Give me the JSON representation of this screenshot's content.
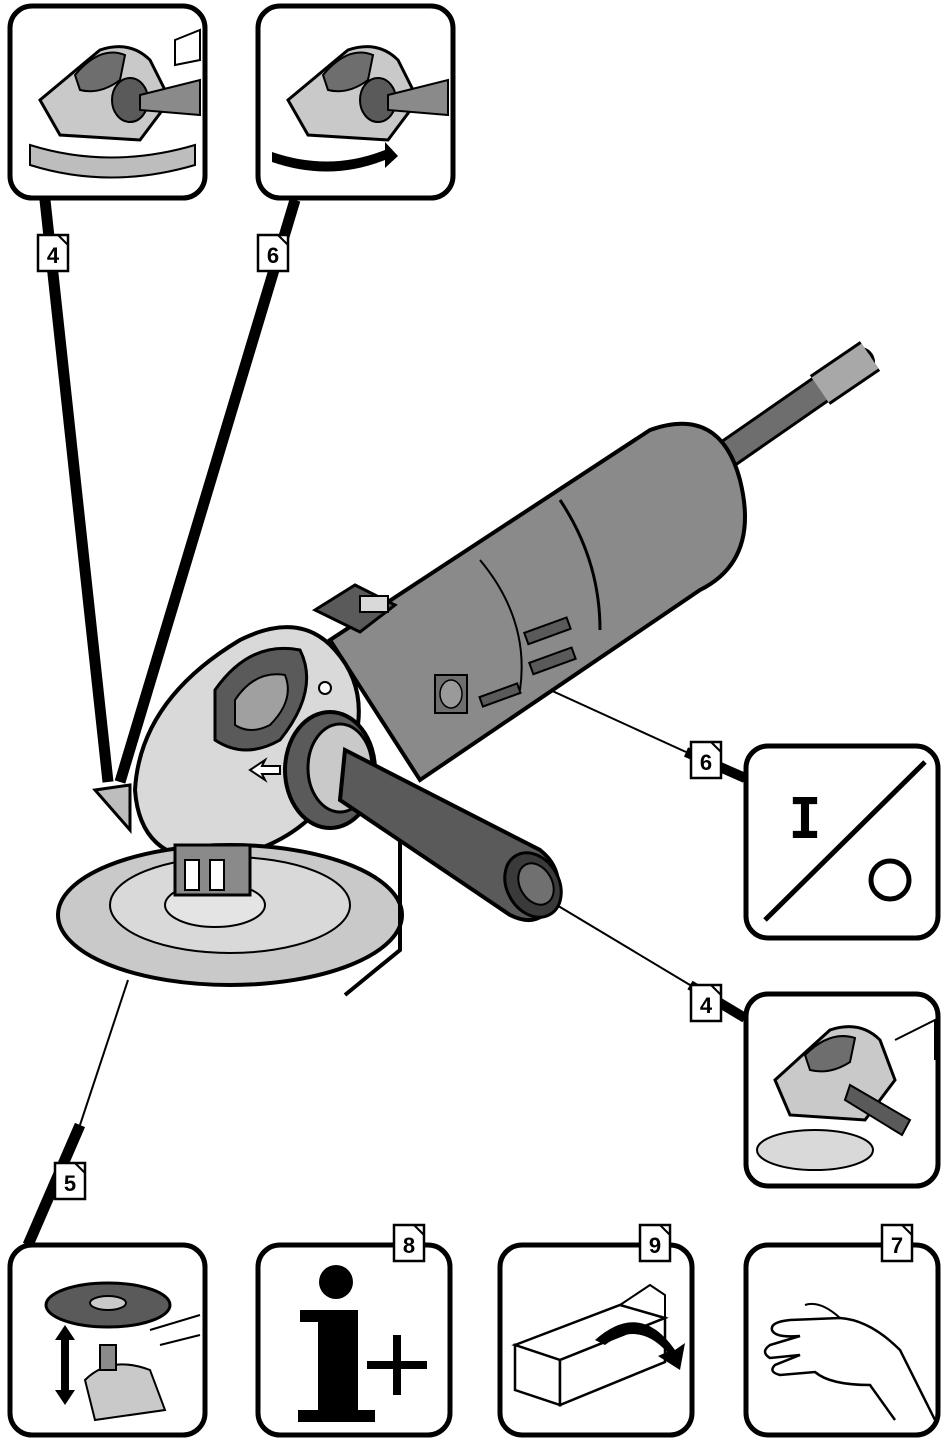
{
  "refs": {
    "top_left": "4",
    "top_second": "6",
    "switch": "6",
    "handle": "4",
    "guard": "5",
    "info": "8",
    "box": "9",
    "hand": "7"
  },
  "switch_panel": {
    "on_symbol": "I",
    "off_symbol": "O"
  },
  "icons": {
    "info": "info-plus-icon",
    "box": "package-open-icon",
    "hand": "hand-icon"
  },
  "colors": {
    "line": "#000000",
    "tool_body": "#8a8a8a",
    "tool_dark": "#5a5a5a",
    "tool_light": "#d9d9d9"
  }
}
